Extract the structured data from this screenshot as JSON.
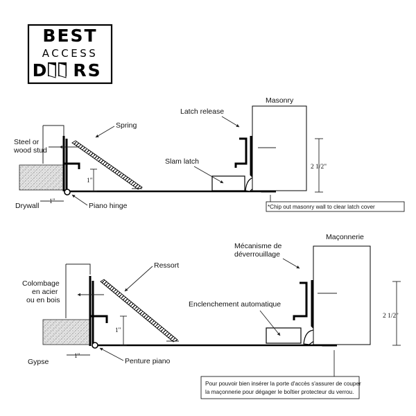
{
  "logo": {
    "line1": "BEST",
    "line2": "ACCESS",
    "line3_left": "D",
    "line3_right": "RS"
  },
  "english": {
    "masonry": "Masonry",
    "latch_release": "Latch release",
    "spring": "Spring",
    "stud_line1": "Steel or",
    "stud_line2": "wood stud",
    "slam_latch": "Slam latch",
    "drywall": "Drywall",
    "piano_hinge": "Piano hinge",
    "dim_1in_v": "1\"",
    "dim_1in_h": "1\"",
    "dim_2half": "2 1/2\"",
    "note": "*Chip out masonry wall to clear latch cover"
  },
  "french": {
    "masonry": "Maçonnerie",
    "latch_release_line1": "Mécanisme de",
    "latch_release_line2": "déverrouillage",
    "spring": "Ressort",
    "stud_line1": "Colombage",
    "stud_line2": "en acier",
    "stud_line3": "ou en bois",
    "slam_latch": "Enclenchement automatique",
    "drywall": "Gypse",
    "piano_hinge": "Penture piano",
    "dim_1in_v": "1''",
    "dim_1in_h": "1''",
    "dim_2half": "2 1/2''",
    "note_line1": "Pour pouvoir bien insérer la porte d'accès s'assurer de couper",
    "note_line2": "la maçonnerie pour dégager le boîtier protecteur du verrou."
  }
}
